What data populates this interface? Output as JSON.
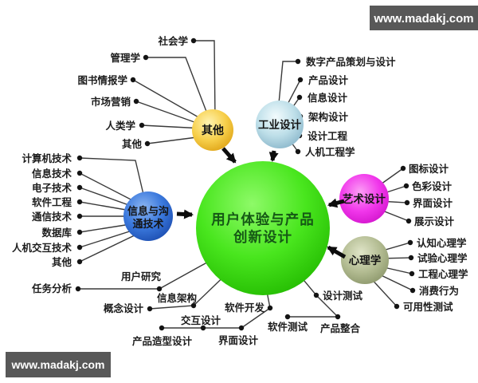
{
  "watermarks": {
    "top": "www.madakj.com",
    "bottom": "www.madakj.com"
  },
  "center": {
    "line1": "用户体验与产品",
    "line2": "创新设计"
  },
  "hubs": {
    "other": {
      "label": "其他"
    },
    "industrial": {
      "label": "工业设计"
    },
    "ict": {
      "line1": "信息与沟",
      "line2": "通技术"
    },
    "art": {
      "label": "艺术设计"
    },
    "psych": {
      "label": "心理学"
    }
  },
  "groups": {
    "other": [
      "社会学",
      "管理学",
      "图书情报学",
      "市场营销",
      "人类学",
      "其他"
    ],
    "industrial": [
      "数字产品策划与设计",
      "产品设计",
      "信息设计",
      "架构设计",
      "设计工程",
      "人机工程学"
    ],
    "ict": [
      "计算机技术",
      "信息技术",
      "电子技术",
      "软件工程",
      "通信技术",
      "数据库",
      "人机交互技术",
      "其他"
    ],
    "art": [
      "图标设计",
      "色彩设计",
      "界面设计",
      "展示设计"
    ],
    "psych": [
      "认知心理学",
      "试验心理学",
      "工程心理学",
      "消费行为",
      "可用性测试"
    ],
    "process": [
      "任务分析",
      "用户研究",
      "概念设计",
      "信息架构",
      "交互设计",
      "产品造型设计",
      "界面设计",
      "软件开发",
      "软件测试",
      "产品整合",
      "设计测试"
    ]
  },
  "colors": {
    "center_ball": "#3ddf17",
    "other_ball": "#f5c636",
    "industrial_ball": "#b9dbe8",
    "ict_ball": "#2f6fd6",
    "art_ball": "#ee2dea",
    "psych_ball": "#aab388",
    "line": "#3a3a3a",
    "watermark_bg": "#585858"
  }
}
